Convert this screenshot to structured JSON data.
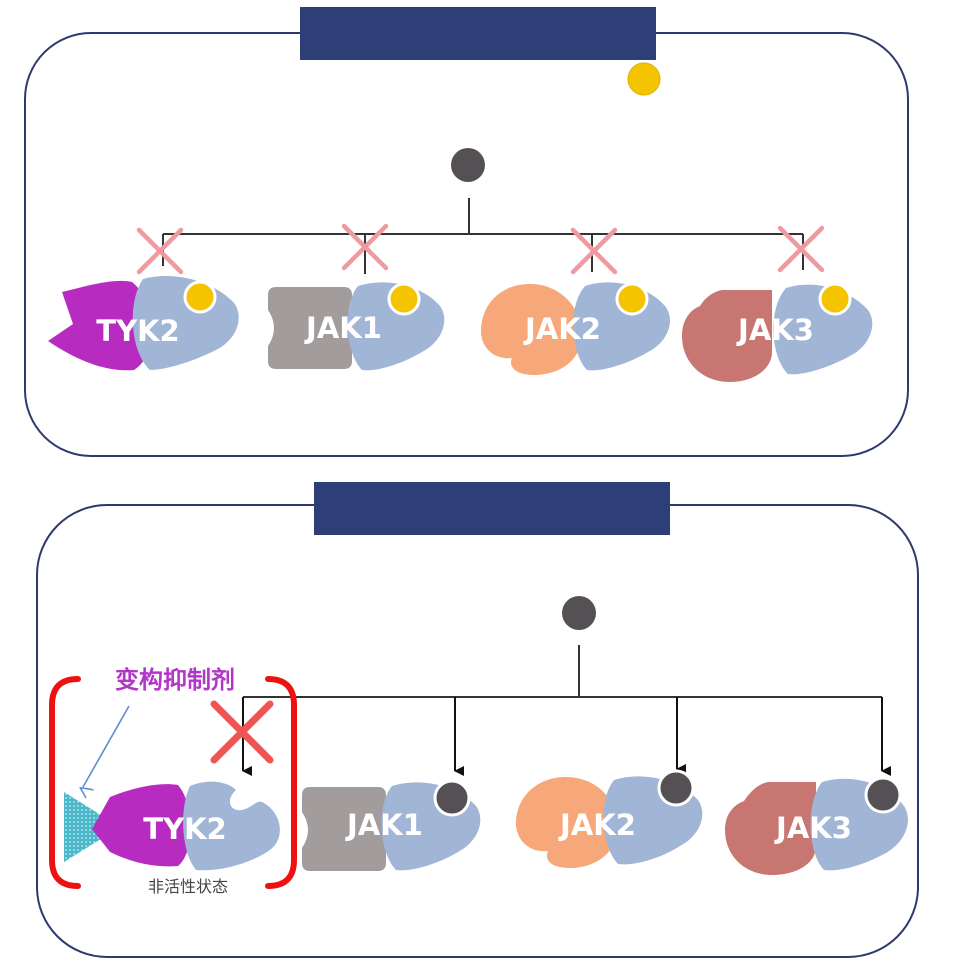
{
  "colors": {
    "frame": "#2e3a6e",
    "header": "#2e3e77",
    "tyk2": "#b72bc0",
    "jak1": "#a29c9c",
    "jak2": "#f7a87a",
    "jak3": "#c87672",
    "kinase": "#a1b5d6",
    "atp_yellow": "#f5c400",
    "phospho": "#545054",
    "cross": "#ee9aa0",
    "cross_strong": "#f05555",
    "bracket": "#ee1111",
    "inhibitor": "#4ab8c8",
    "pointer": "#5b8fd1"
  },
  "icons": {
    "atp": "yellow-circle-icon",
    "phospho": "dark-circle-icon",
    "block": "cross-icon",
    "inhibitor": "triangle-icon"
  },
  "top_panel": {
    "kinases": [
      {
        "label": "TYK2"
      },
      {
        "label": "JAK1"
      },
      {
        "label": "JAK2"
      },
      {
        "label": "JAK3"
      }
    ]
  },
  "bottom_panel": {
    "title": "变构抑制剂",
    "inactive_label": "非活性状态",
    "kinases": [
      {
        "label": "TYK2"
      },
      {
        "label": "JAK1"
      },
      {
        "label": "JAK2"
      },
      {
        "label": "JAK3"
      }
    ]
  }
}
